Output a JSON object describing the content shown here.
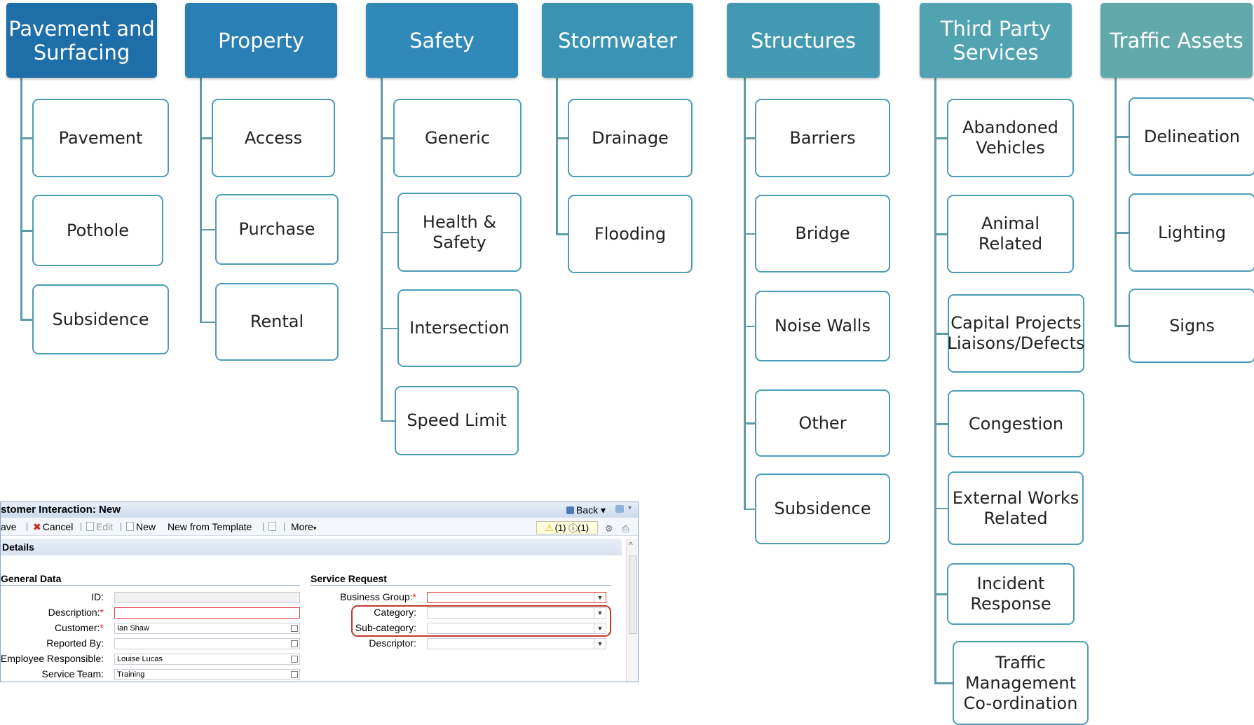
{
  "colors": {
    "header_gradient": [
      "#1e6fa9",
      "#2a7fb5",
      "#3089b8",
      "#3a93b2",
      "#4499b2",
      "#52a3b2",
      "#62a9ac"
    ],
    "child_border": "#4a9db8",
    "connector": "#5f9aa8",
    "required_red": "#e0201e"
  },
  "categories": [
    {
      "label": "Pavement and Surfacing",
      "children": [
        "Pavement",
        "Pothole",
        "Subsidence"
      ]
    },
    {
      "label": "Property",
      "children": [
        "Access",
        "Purchase",
        "Rental"
      ]
    },
    {
      "label": "Safety",
      "children": [
        "Generic",
        "Health & Safety",
        "Intersection",
        "Speed Limit"
      ]
    },
    {
      "label": "Stormwater",
      "children": [
        "Drainage",
        "Flooding"
      ]
    },
    {
      "label": "Structures",
      "children": [
        "Barriers",
        "Bridge",
        "Noise Walls",
        "Other",
        "Subsidence"
      ]
    },
    {
      "label": "Third Party Services",
      "children": [
        "Abandoned Vehicles",
        "Animal Related",
        "Capital Projects Liaisons/Defects",
        "Congestion",
        "External Works Related",
        "Incident Response",
        "Traffic Management Co-ordination"
      ]
    },
    {
      "label": "Traffic Assets",
      "children": [
        "Delineation",
        "Lighting",
        "Signs"
      ]
    }
  ],
  "form": {
    "title": "stomer Interaction: New",
    "back_label": "Back",
    "toolbar": {
      "save": "ave",
      "cancel": "Cancel",
      "edit": "Edit",
      "new": "New",
      "new_from_template": "New from Template",
      "more": "More",
      "messages": "(1)",
      "messages2": "(1)"
    },
    "section_title": "Details",
    "general_data_title": "General Data",
    "service_request_title": "Service Request",
    "general_fields": [
      {
        "label": "ID:",
        "required": false,
        "value": ""
      },
      {
        "label": "Description:",
        "required": true,
        "value": ""
      },
      {
        "label": "Customer:",
        "required": true,
        "value": "Ian Shaw"
      },
      {
        "label": "Reported By:",
        "required": false,
        "value": ""
      },
      {
        "label": "Employee Responsible:",
        "required": false,
        "value": "Louise Lucas"
      },
      {
        "label": "Service Team:",
        "required": false,
        "value": "Training"
      }
    ],
    "service_fields": [
      {
        "label": "Business Group:",
        "required": true,
        "value": ""
      },
      {
        "label": "Category:",
        "required": false,
        "value": ""
      },
      {
        "label": "Sub-category:",
        "required": false,
        "value": ""
      },
      {
        "label": "Descriptor:",
        "required": false,
        "value": ""
      }
    ]
  }
}
